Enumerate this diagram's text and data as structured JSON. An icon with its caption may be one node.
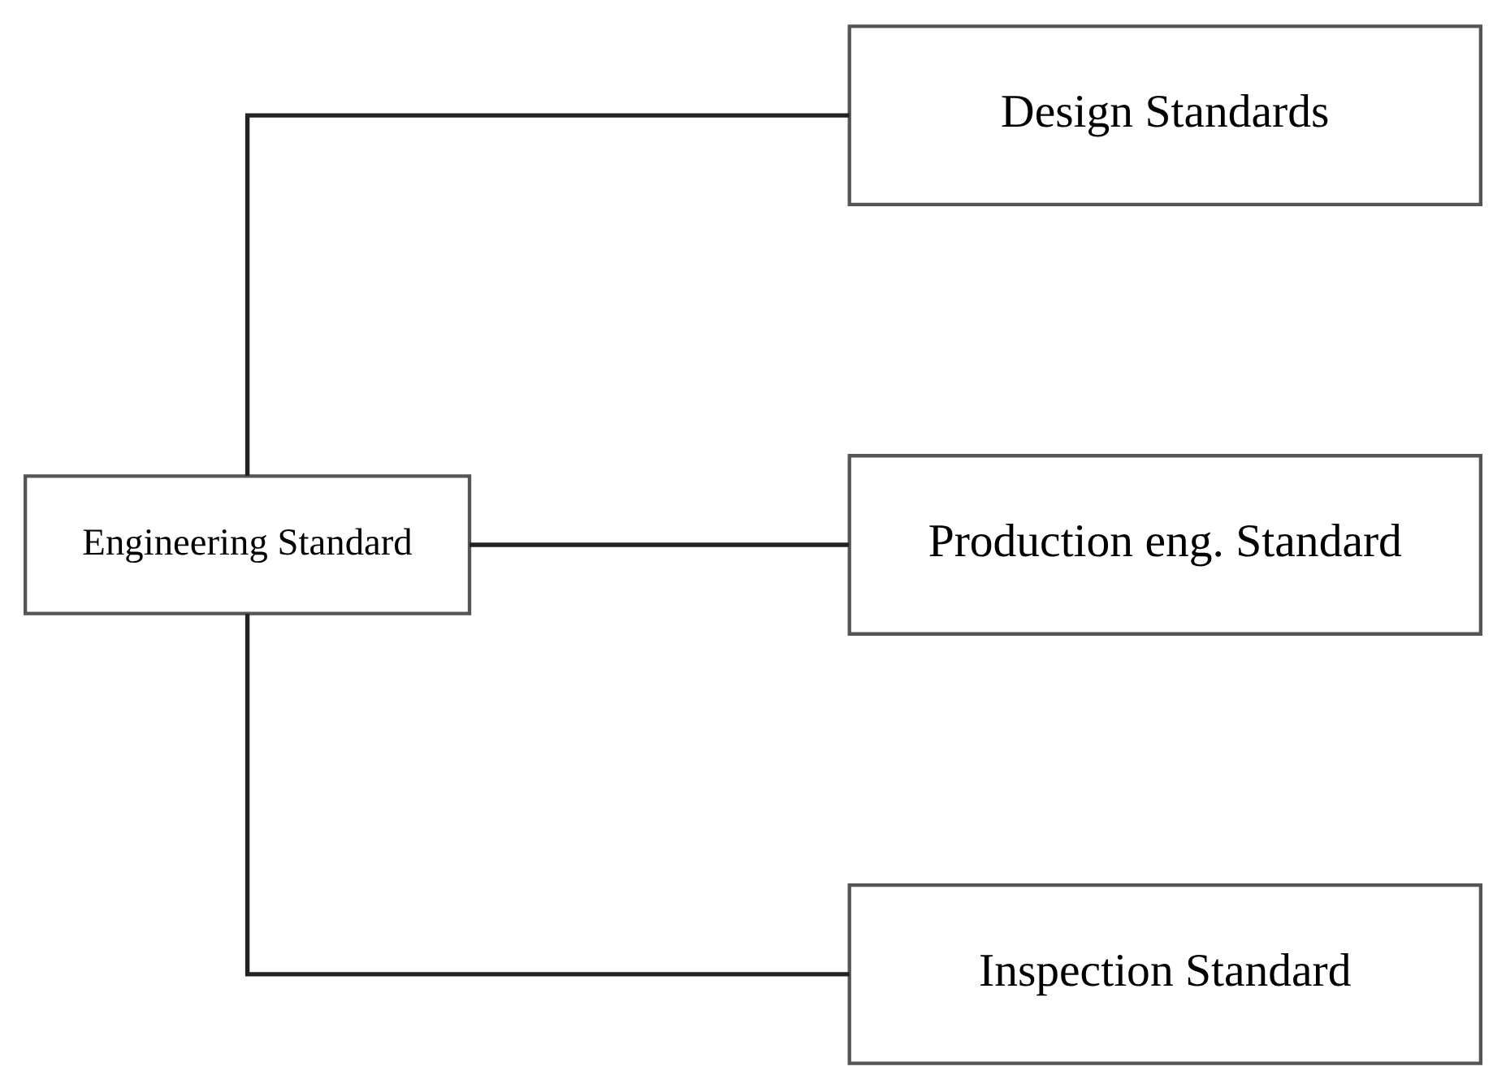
{
  "diagram": {
    "nodes": [
      {
        "text": [
          "Engineering Standard"
        ]
      },
      {
        "text": [
          "Design Standards"
        ]
      },
      {
        "text": [
          "Production eng. Standard"
        ]
      },
      {
        "text": [
          "Inspection Standard"
        ]
      }
    ],
    "edges": [
      {
        "from": 0,
        "to": 1,
        "arrow": "none"
      },
      {
        "from": 0,
        "to": 2,
        "arrow": "none"
      },
      {
        "from": 0,
        "to": 3,
        "arrow": "none"
      }
    ]
  }
}
